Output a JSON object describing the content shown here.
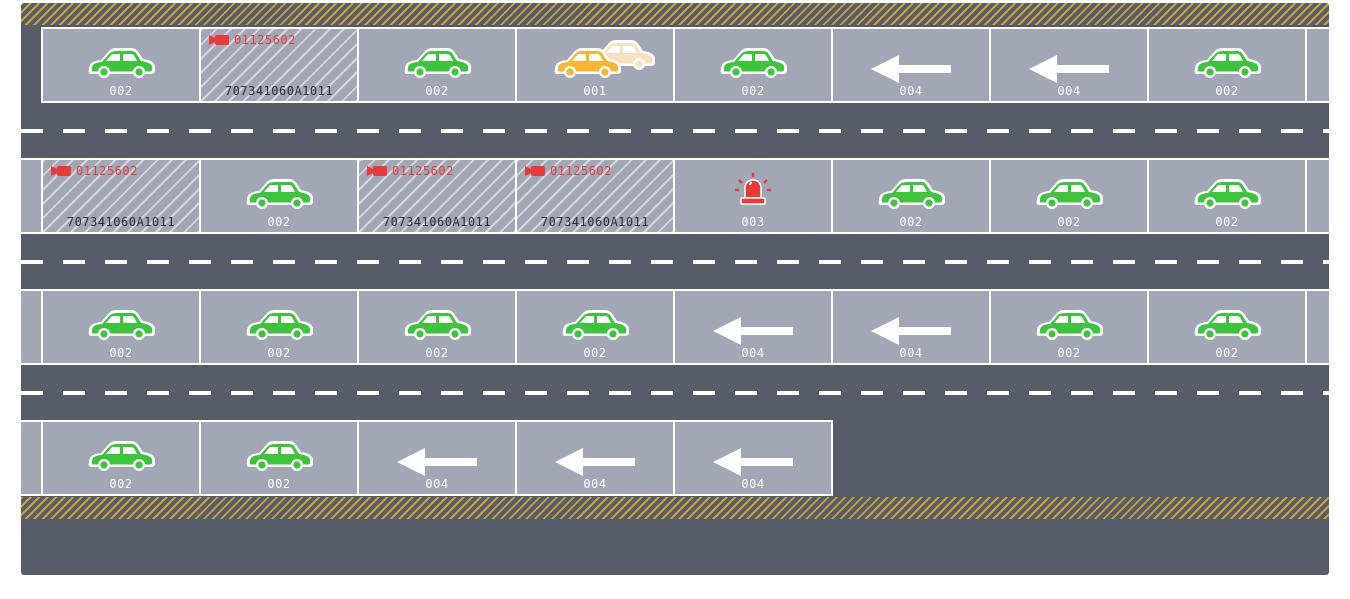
{
  "colors": {
    "asphalt": "#565c68",
    "space": "#a1a7b4",
    "occupied": "#3cc43c",
    "reserved": "#f7b531",
    "alarm": "#e8393d",
    "hazard": "#c9a23c"
  },
  "rows": [
    {
      "spaces": [
        {
          "type": "car",
          "status": "occupied",
          "icon": "car-icon",
          "code": "002"
        },
        {
          "type": "camera",
          "icon": "camera-icon",
          "camera_id": "01125602",
          "plate": "707341060A1011"
        },
        {
          "type": "car",
          "status": "occupied",
          "icon": "car-icon",
          "code": "002"
        },
        {
          "type": "car",
          "status": "multi",
          "icon": "double-car-icon",
          "code": "001"
        },
        {
          "type": "car",
          "status": "occupied",
          "icon": "car-icon",
          "code": "002"
        },
        {
          "type": "arrow",
          "icon": "left-arrow-icon",
          "code": "004"
        },
        {
          "type": "arrow",
          "icon": "left-arrow-icon",
          "code": "004"
        },
        {
          "type": "car",
          "status": "occupied",
          "icon": "car-icon",
          "code": "002"
        }
      ]
    },
    {
      "spaces": [
        {
          "type": "camera",
          "icon": "camera-icon",
          "camera_id": "01125602",
          "plate": "707341060A1011"
        },
        {
          "type": "car",
          "status": "occupied",
          "icon": "car-icon",
          "code": "002"
        },
        {
          "type": "camera",
          "icon": "camera-icon",
          "camera_id": "01125602",
          "plate": "707341060A1011"
        },
        {
          "type": "camera",
          "icon": "camera-icon",
          "camera_id": "01125602",
          "plate": "707341060A1011"
        },
        {
          "type": "alarm",
          "icon": "alarm-siren-icon",
          "code": "003"
        },
        {
          "type": "car",
          "status": "occupied",
          "icon": "car-icon",
          "code": "002"
        },
        {
          "type": "car",
          "status": "occupied",
          "icon": "car-icon",
          "code": "002"
        },
        {
          "type": "car",
          "status": "occupied",
          "icon": "car-icon",
          "code": "002"
        }
      ]
    },
    {
      "spaces": [
        {
          "type": "car",
          "status": "occupied",
          "icon": "car-icon",
          "code": "002"
        },
        {
          "type": "car",
          "status": "occupied",
          "icon": "car-icon",
          "code": "002"
        },
        {
          "type": "car",
          "status": "occupied",
          "icon": "car-icon",
          "code": "002"
        },
        {
          "type": "car",
          "status": "occupied",
          "icon": "car-icon",
          "code": "002"
        },
        {
          "type": "arrow",
          "icon": "left-arrow-icon",
          "code": "004"
        },
        {
          "type": "arrow",
          "icon": "left-arrow-icon",
          "code": "004"
        },
        {
          "type": "car",
          "status": "occupied",
          "icon": "car-icon",
          "code": "002"
        },
        {
          "type": "car",
          "status": "occupied",
          "icon": "car-icon",
          "code": "002"
        }
      ]
    },
    {
      "spaces": [
        {
          "type": "car",
          "status": "occupied",
          "icon": "car-icon",
          "code": "002"
        },
        {
          "type": "car",
          "status": "occupied",
          "icon": "car-icon",
          "code": "002"
        },
        {
          "type": "arrow",
          "icon": "left-arrow-icon",
          "code": "004"
        },
        {
          "type": "arrow",
          "icon": "left-arrow-icon",
          "code": "004"
        },
        {
          "type": "arrow",
          "icon": "left-arrow-icon",
          "code": "004"
        }
      ]
    }
  ]
}
